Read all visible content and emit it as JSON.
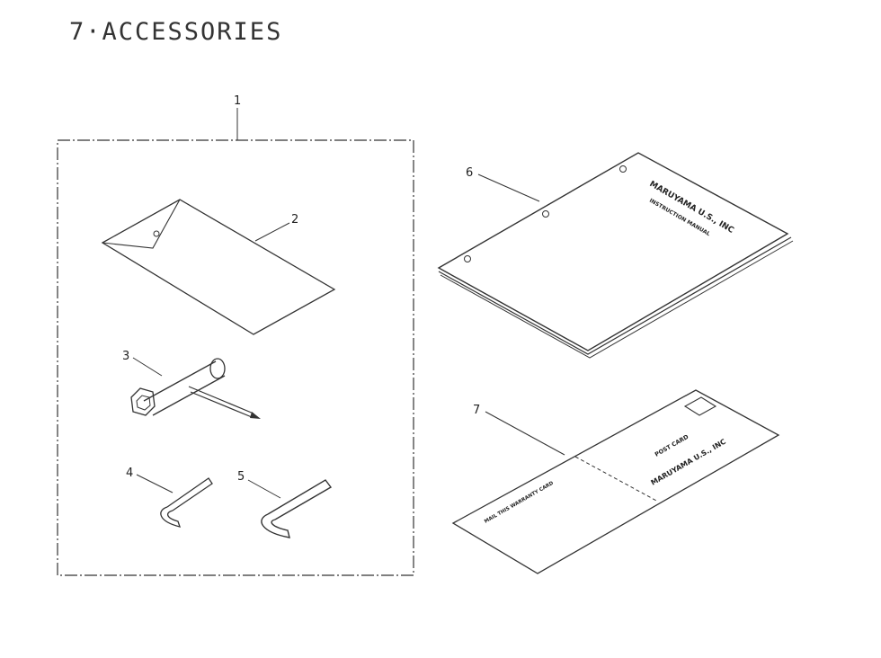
{
  "title": "7·ACCESSORIES",
  "callouts": {
    "c1": "1",
    "c2": "2",
    "c3": "3",
    "c4": "4",
    "c5": "5",
    "c6": "6",
    "c7": "7"
  },
  "manual": {
    "company": "MARUYAMA U.S., INC",
    "subtitle": "INSTRUCTION MANUAL"
  },
  "postcard": {
    "heading": "POST CARD",
    "company": "MARUYAMA U.S., INC",
    "left_text": "MAIL THIS WARRANTY CARD"
  }
}
